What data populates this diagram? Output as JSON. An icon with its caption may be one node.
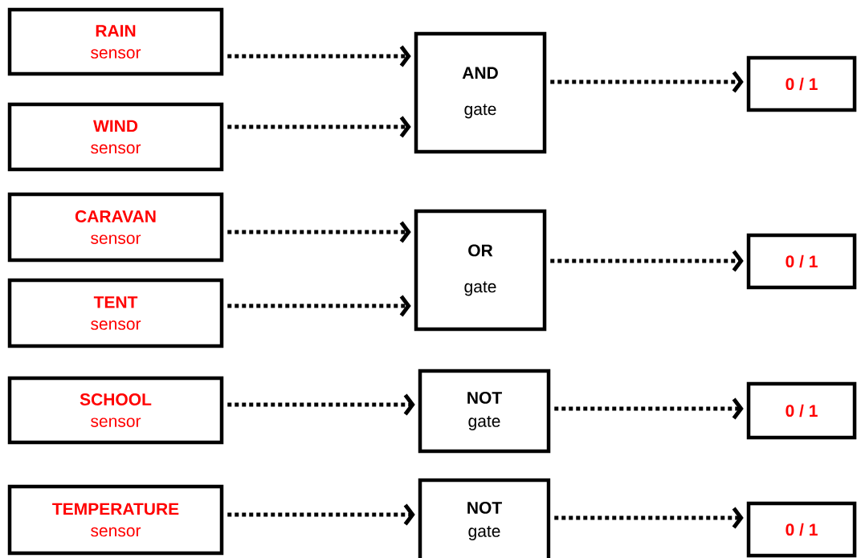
{
  "diagram": {
    "nodes": [
      {
        "text": [
          "RAIN",
          "sensor"
        ]
      },
      {
        "text": [
          "WIND",
          "sensor"
        ]
      },
      {
        "text": [
          "CARAVAN",
          "sensor"
        ]
      },
      {
        "text": [
          "TENT",
          "sensor"
        ]
      },
      {
        "text": [
          "SCHOOL",
          "sensor"
        ]
      },
      {
        "text": [
          "TEMPERATURE",
          "sensor"
        ]
      },
      {
        "text": [
          "AND",
          "gate"
        ]
      },
      {
        "text": [
          "OR",
          "gate"
        ]
      },
      {
        "text": [
          "NOT",
          "gate"
        ]
      },
      {
        "text": [
          "NOT",
          "gate"
        ]
      },
      {
        "text": [
          "0 / 1"
        ]
      },
      {
        "text": [
          "0 / 1"
        ]
      },
      {
        "text": [
          "0 / 1"
        ]
      },
      {
        "text": [
          "0 / 1"
        ]
      }
    ],
    "edges": [
      {
        "from": 0,
        "to": 6,
        "arrow": "to"
      },
      {
        "from": 1,
        "to": 6,
        "arrow": "to"
      },
      {
        "from": 2,
        "to": 7,
        "arrow": "to"
      },
      {
        "from": 3,
        "to": 7,
        "arrow": "to"
      },
      {
        "from": 4,
        "to": 8,
        "arrow": "to"
      },
      {
        "from": 5,
        "to": 9,
        "arrow": "to"
      },
      {
        "from": 6,
        "to": 10,
        "arrow": "to"
      },
      {
        "from": 7,
        "to": 11,
        "arrow": "to"
      },
      {
        "from": 8,
        "to": 12,
        "arrow": "to"
      },
      {
        "from": 9,
        "to": 13,
        "arrow": "to"
      }
    ]
  }
}
